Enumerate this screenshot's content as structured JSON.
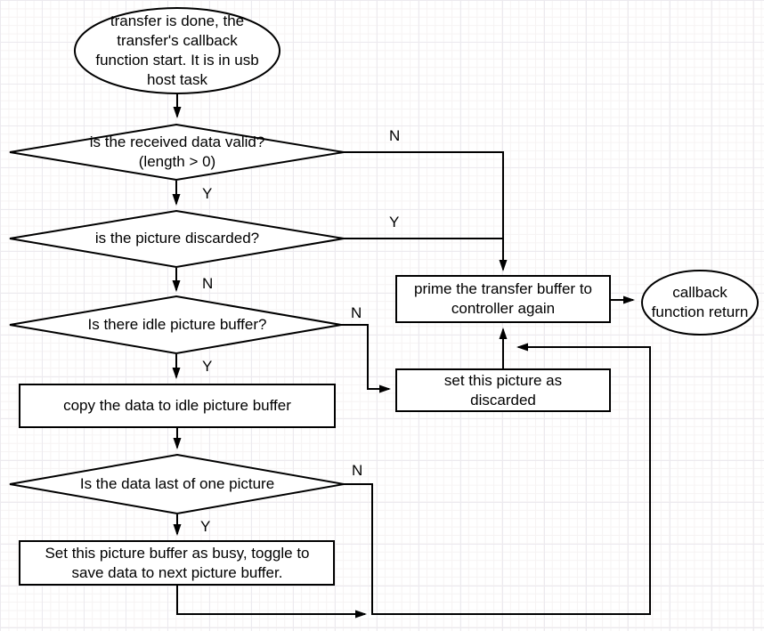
{
  "colors": {
    "stroke": "#000000",
    "shape_fill": "#ffffff",
    "background": "#ffffff",
    "grid_minor": "#f6f3f3",
    "grid_major": "#eceaef"
  },
  "diagram": {
    "type": "flowchart",
    "nodes": [
      {
        "id": "start",
        "shape": "terminator-ellipse",
        "text": "transfer is done, the\ntransfer's callback\nfunction start. It is in usb\nhost task"
      },
      {
        "id": "check-data-valid",
        "shape": "decision-diamond",
        "text": "is the received data valid?\n(length > 0)"
      },
      {
        "id": "check-picture-discarded",
        "shape": "decision-diamond",
        "text": "is the picture discarded?"
      },
      {
        "id": "check-idle-buffer",
        "shape": "decision-diamond",
        "text": "Is there idle picture buffer?"
      },
      {
        "id": "copy-data",
        "shape": "process-rect",
        "text": "copy the data to idle picture buffer"
      },
      {
        "id": "check-last-of-picture",
        "shape": "decision-diamond",
        "text": "Is the data last of one picture"
      },
      {
        "id": "set-buffer-busy",
        "shape": "process-rect",
        "text": "Set this picture buffer as busy, toggle to\nsave data to next picture buffer."
      },
      {
        "id": "prime-transfer",
        "shape": "process-rect",
        "text": "prime the transfer buffer to\ncontroller again"
      },
      {
        "id": "set-picture-discarded",
        "shape": "process-rect",
        "text": "set this picture as\ndiscarded"
      },
      {
        "id": "callback-return",
        "shape": "terminator-ellipse",
        "text": "callback\nfunction return"
      }
    ],
    "edge_labels": [
      {
        "id": "data-valid-no",
        "text": "N"
      },
      {
        "id": "data-valid-yes",
        "text": "Y"
      },
      {
        "id": "picture-discarded-yes",
        "text": "Y"
      },
      {
        "id": "picture-discarded-no",
        "text": "N"
      },
      {
        "id": "idle-buffer-no",
        "text": "N"
      },
      {
        "id": "idle-buffer-yes",
        "text": "Y"
      },
      {
        "id": "last-of-picture-no",
        "text": "N"
      },
      {
        "id": "last-of-picture-yes",
        "text": "Y"
      }
    ]
  }
}
